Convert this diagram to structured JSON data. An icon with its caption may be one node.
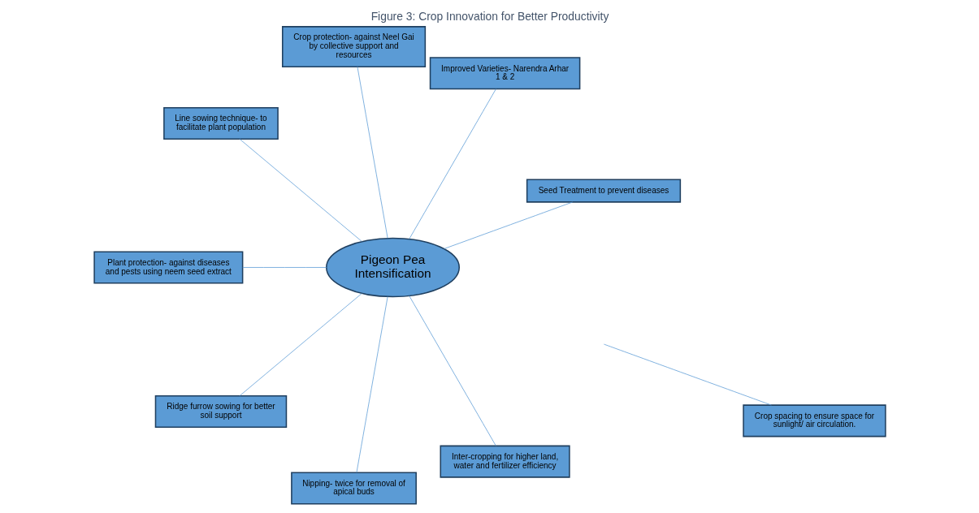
{
  "diagram": {
    "caption": "Figure 3: Crop Innovation for Better Productivity",
    "nodes": [
      {
        "text": [
          "Pigeon Pea Intensification"
        ]
      },
      {
        "text": [
          "Seed Treatment to prevent diseases"
        ]
      },
      {
        "text": [
          "Improved Varieties- Narendra Arhar 1 & 2"
        ]
      },
      {
        "text": [
          "Crop spacing to ensure space for sunlight/ air circulation."
        ]
      },
      {
        "text": [
          "Crop protection- against Neel Gai by collective support and resources"
        ]
      },
      {
        "text": [
          "Line sowing technique- to facilitate plant population"
        ]
      },
      {
        "text": [
          "Plant protection- against diseases and pests using neem seed extract"
        ]
      },
      {
        "text": [
          "Ridge furrow sowing for better soil support"
        ]
      },
      {
        "text": [
          "Nipping- twice for removal of apical buds"
        ]
      },
      {
        "text": [
          "Inter-cropping for higher land, water and fertilizer efficiency"
        ]
      }
    ],
    "edges": [
      {
        "from": 0,
        "to": 1,
        "arrow": "none"
      },
      {
        "from": 0,
        "to": 2,
        "arrow": "none"
      },
      {
        "from": 3,
        "to": null,
        "arrow": "none"
      },
      {
        "from": 0,
        "to": 4,
        "arrow": "none"
      },
      {
        "from": 0,
        "to": 5,
        "arrow": "none"
      },
      {
        "from": 0,
        "to": 6,
        "arrow": "none"
      },
      {
        "from": 0,
        "to": 7,
        "arrow": "none"
      },
      {
        "from": 0,
        "to": 8,
        "arrow": "none"
      },
      {
        "from": 0,
        "to": 9,
        "arrow": "none"
      }
    ]
  }
}
